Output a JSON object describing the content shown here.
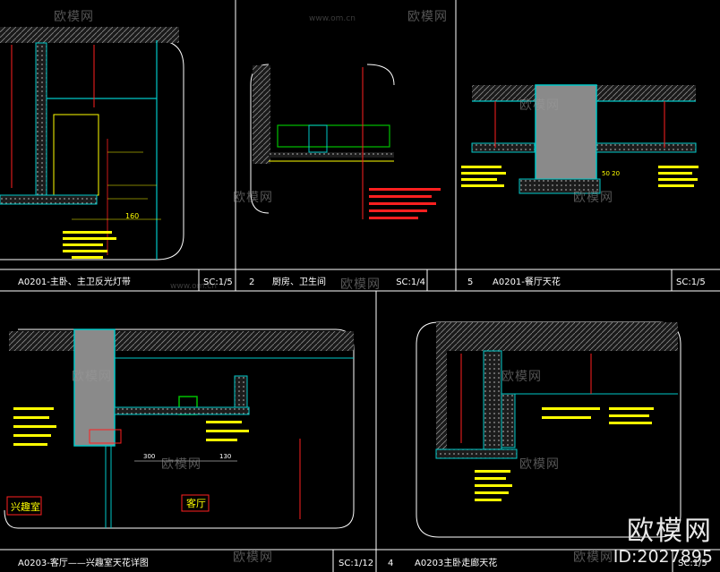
{
  "panels": [
    {
      "title": "A0201-主卧、主卫反光灯带",
      "scale": "SC:1/5",
      "number": ""
    },
    {
      "title": "厨房、卫生间",
      "scale": "SC:1/4",
      "number": "2"
    },
    {
      "title": "A0201-餐厅天花",
      "scale": "SC:1/5",
      "number": "5"
    },
    {
      "title": "A0203-客厅——兴趣室天花详图",
      "scale": "SC:1/12",
      "number": "4"
    },
    {
      "title": "A0203主卧走廊天花",
      "scale": "SC:1/5",
      "number": ""
    }
  ],
  "room_labels": {
    "hobby_room": "兴趣室",
    "living_room": "客厅"
  },
  "dims": {
    "d160": "160",
    "d300": "300",
    "d130": "130",
    "d5020": "50  20"
  },
  "watermark": {
    "brand": "欧模网",
    "url": "www.om.cn"
  },
  "stamp": {
    "brand": "欧模网",
    "id": "ID:2027895"
  },
  "colors": {
    "bg": "#000000",
    "frame": "#ffffff",
    "wall": "#00c8c8",
    "annot": "#ff2020",
    "note": "#ffff00",
    "fill": "#2a2a2a",
    "green": "#00c000"
  }
}
